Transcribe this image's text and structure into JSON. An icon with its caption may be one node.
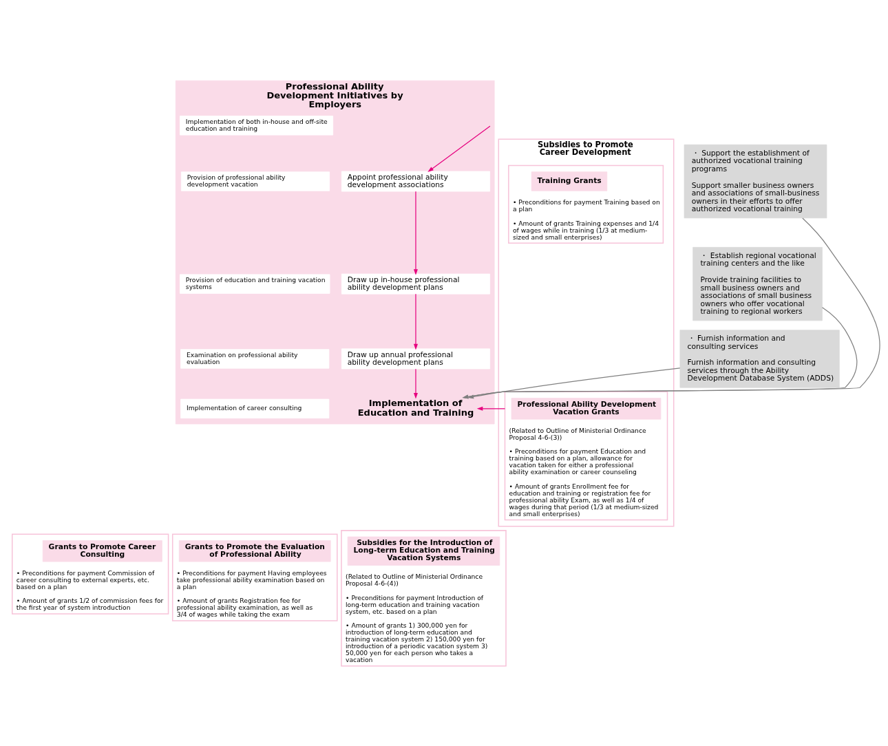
{
  "diagram": {
    "nodes": [
      {
        "text": [
          "・ Support the establishment of authorized vocational training programs",
          "Support smaller business owners and associations of small-business owners in their efforts to offer authorized vocational training"
        ]
      },
      {
        "text": [
          "・ Establish regional vocational training centers and the like",
          "Provide training facilities to small business owners and associations of small business owners who offer vocational training to regional workers"
        ]
      },
      {
        "text": [
          "・ Furnish information and consulting services",
          "Furnish information and consulting services through the Ability Development Database System (ADDS)"
        ]
      },
      {
        "text": [
          "Professional Ability Development Initiatives by Employers"
        ]
      },
      {
        "text": [
          "Appoint professional ability development associations"
        ],
        "in": 3
      },
      {
        "text": [
          "Draw up in-house professional ability development plans"
        ],
        "in": 3
      },
      {
        "text": [
          "Draw up annual professional ability development plans"
        ],
        "in": 3
      },
      {
        "text": [
          "Implementation of Education and Training"
        ],
        "in": 3
      },
      {
        "text": [
          "Implementation of both in-house and off-site education and training"
        ],
        "in": 3
      },
      {
        "text": [
          "Provision of professional ability development vacation"
        ],
        "in": 3
      },
      {
        "text": [
          "Provision of education and training vacation systems"
        ],
        "in": 3
      },
      {
        "text": [
          "Examination on professional ability evaluation"
        ],
        "in": 3
      },
      {
        "text": [
          "Implementation of career consulting"
        ],
        "in": 3
      },
      {
        "text": [
          "Subsidies to Promote Career Development"
        ]
      },
      {
        "text": [
          "• Preconditions for payment Training based on a plan",
          "• Amount of grants Training expenses and 1/4 of wages while in training (1/3 at medium-sized and small enterprises)"
        ],
        "in": 13
      },
      {
        "text": [
          "Training Grants"
        ],
        "in": 14
      },
      {
        "text": [
          "(Related to Outline of Ministerial Ordinance Proposal 4-6-(3))",
          "• Preconditions for payment Education and training based on a plan, allowance for vacation taken for either a professional ability examination or career counseling",
          "• Amount of grants Enrollment fee for education and training or registration fee for professional ability Exam, as well as 1/4 of wages during that period (1/3 at medium-sized and small enterprises)"
        ],
        "in": 13
      },
      {
        "text": [
          "Professional Ability Development Vacation Grants"
        ],
        "in": 16
      },
      {
        "text": [
          "• Preconditions for payment Commission of career consulting to external experts, etc. based on a plan",
          "• Amount of grants 1/2 of commission fees for the first year of system introduction"
        ]
      },
      {
        "text": [
          "Grants to Promote Career Consulting"
        ],
        "in": 18
      },
      {
        "text": [
          "• Preconditions for payment Having employees take professional ability examination based on a plan",
          "• Amount of grants Registration fee for professional ability examination, as well as 3/4 of wages while taking the exam"
        ]
      },
      {
        "text": [
          "Grants to Promote the Evaluation of Professional Ability"
        ],
        "in": 20
      },
      {
        "text": [
          "(Related to Outline of Ministerial Ordinance Proposal 4-6-(4))",
          "• Preconditions for payment Introduction of long-term education and training vacation system, etc. based on a plan",
          "• Amount of grants 1) 300,000 yen for introduction of long-term education and training vacation system 2) 150,000 yen for introduction of a periodic vacation system 3) 50,000 yen for each person who takes a vacation"
        ]
      },
      {
        "text": [
          "Subsidies for the Introduction of Long-term Education and Training Vacation Systems"
        ],
        "in": 22
      }
    ],
    "edges": [
      {
        "from": 3,
        "to": 4,
        "arrow": "to"
      },
      {
        "from": 4,
        "to": 5,
        "arrow": "to"
      },
      {
        "from": 5,
        "to": 6,
        "arrow": "to"
      },
      {
        "from": 6,
        "to": 7,
        "arrow": "to"
      },
      {
        "from": 0,
        "to": 7,
        "arrow": "to",
        "color": "#808080"
      },
      {
        "from": 1,
        "to": 7,
        "arrow": "to",
        "color": "#808080"
      },
      {
        "from": 2,
        "to": 7,
        "arrow": "to",
        "color": "#808080"
      },
      {
        "from": 16,
        "to": 7,
        "arrow": "to"
      }
    ]
  }
}
